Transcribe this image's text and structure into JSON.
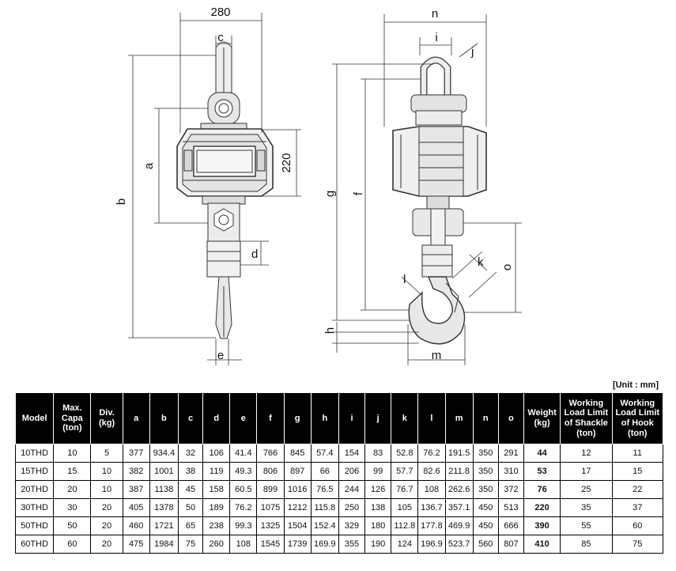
{
  "drawing": {
    "dims_front": {
      "width": "280",
      "c": "c",
      "a": "a",
      "b": "b",
      "h220": "220",
      "d": "d",
      "e": "e"
    },
    "dims_side": {
      "n": "n",
      "i": "i",
      "j": "j",
      "g": "g",
      "f": "f",
      "k": "k",
      "l": "l",
      "o": "o",
      "h": "h",
      "m": "m"
    }
  },
  "table": {
    "unit_note": "[Unit : mm]",
    "headers": [
      "Model",
      "Max. Capa (ton)",
      "Div. (kg)",
      "a",
      "b",
      "c",
      "d",
      "e",
      "f",
      "g",
      "h",
      "i",
      "j",
      "k",
      "l",
      "m",
      "n",
      "o",
      "Weight (kg)",
      "Working Load Limit of Shackle (ton)",
      "Working Load Limit of Hook (ton)"
    ],
    "rows": [
      [
        "10THD",
        "10",
        "5",
        "377",
        "934.4",
        "32",
        "106",
        "41.4",
        "766",
        "845",
        "57.4",
        "154",
        "83",
        "52.8",
        "76.2",
        "191.5",
        "350",
        "291",
        "44",
        "12",
        "11"
      ],
      [
        "15THD",
        "15",
        "10",
        "382",
        "1001",
        "38",
        "119",
        "49.3",
        "806",
        "897",
        "66",
        "206",
        "99",
        "57.7",
        "82.6",
        "211.8",
        "350",
        "310",
        "53",
        "17",
        "15"
      ],
      [
        "20THD",
        "20",
        "10",
        "387",
        "1138",
        "45",
        "158",
        "60.5",
        "899",
        "1016",
        "76.5",
        "244",
        "126",
        "76.7",
        "108",
        "262.6",
        "350",
        "372",
        "76",
        "25",
        "22"
      ],
      [
        "30THD",
        "30",
        "20",
        "405",
        "1378",
        "50",
        "189",
        "76.2",
        "1075",
        "1212",
        "115.8",
        "250",
        "138",
        "105",
        "136.7",
        "357.1",
        "450",
        "513",
        "220",
        "35",
        "37"
      ],
      [
        "50THD",
        "50",
        "20",
        "460",
        "1721",
        "65",
        "238",
        "99.3",
        "1325",
        "1504",
        "152.4",
        "329",
        "180",
        "112.8",
        "177.8",
        "469.9",
        "450",
        "666",
        "390",
        "55",
        "60"
      ],
      [
        "60THD",
        "60",
        "20",
        "475",
        "1984",
        "75",
        "260",
        "108",
        "1545",
        "1739",
        "169.9",
        "355",
        "190",
        "124",
        "196.9",
        "523.7",
        "560",
        "807",
        "410",
        "85",
        "75"
      ]
    ]
  }
}
